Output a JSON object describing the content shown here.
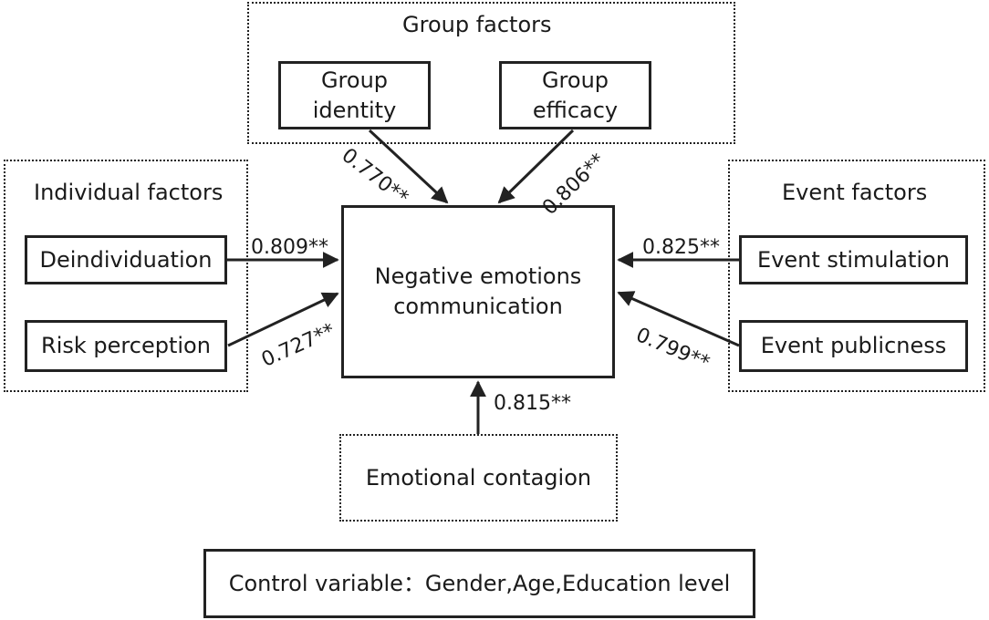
{
  "groups": {
    "group_factors": "Group factors",
    "individual_factors": "Individual factors",
    "event_factors": "Event factors"
  },
  "nodes": {
    "group_identity": [
      "Group",
      "identity"
    ],
    "group_efficacy": [
      "Group",
      "efficacy"
    ],
    "deindividuation": "Deindividuation",
    "risk_perception": "Risk perception",
    "event_stimulation": "Event stimulation",
    "event_publicness": "Event publicness",
    "negative_emotions": [
      "Negative emotions",
      "communication"
    ],
    "emotional_contagion": "Emotional contagion",
    "control_variable": "Control variable：Gender,Age,Education level"
  },
  "coefficients": {
    "group_identity": "0.770**",
    "group_efficacy": "0.806**",
    "deindividuation": "0.809**",
    "risk_perception": "0.727**",
    "event_stimulation": "0.825**",
    "event_publicness": "0.799**",
    "emotional_contagion": "0.815**"
  },
  "colors": {
    "line": "#222222"
  }
}
